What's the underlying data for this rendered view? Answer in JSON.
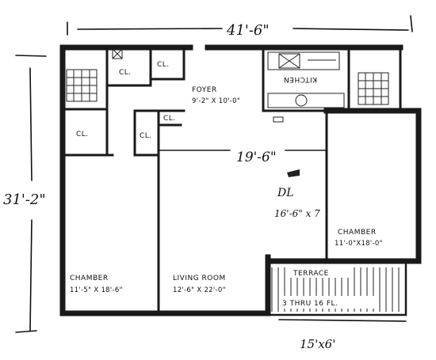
{
  "dimensions": {
    "overall_width": "41'-6\"",
    "overall_depth": "31'-2\"",
    "living_span": "19'-6\"",
    "terrace_size": "15'x6'"
  },
  "rooms": {
    "foyer": {
      "name": "FOYER",
      "size": "9'-2\" X 10'-0\""
    },
    "kitchen": {
      "name": "KITCHEN"
    },
    "closet_label": "CL.",
    "chamber_left": {
      "name": "CHAMBER",
      "size": "11'-5\" X 18'-6\""
    },
    "living_room": {
      "name": "LIVING ROOM",
      "size": "12'-6\" X 22'-0\""
    },
    "dining": {
      "name": "DL",
      "size": "16'-6\" x 7"
    },
    "chamber_right": {
      "name": "CHAMBER",
      "size": "11'-0\"X18'-0\""
    },
    "terrace": {
      "name": "TERRACE",
      "floors": "3 THRU 16 FL."
    }
  }
}
